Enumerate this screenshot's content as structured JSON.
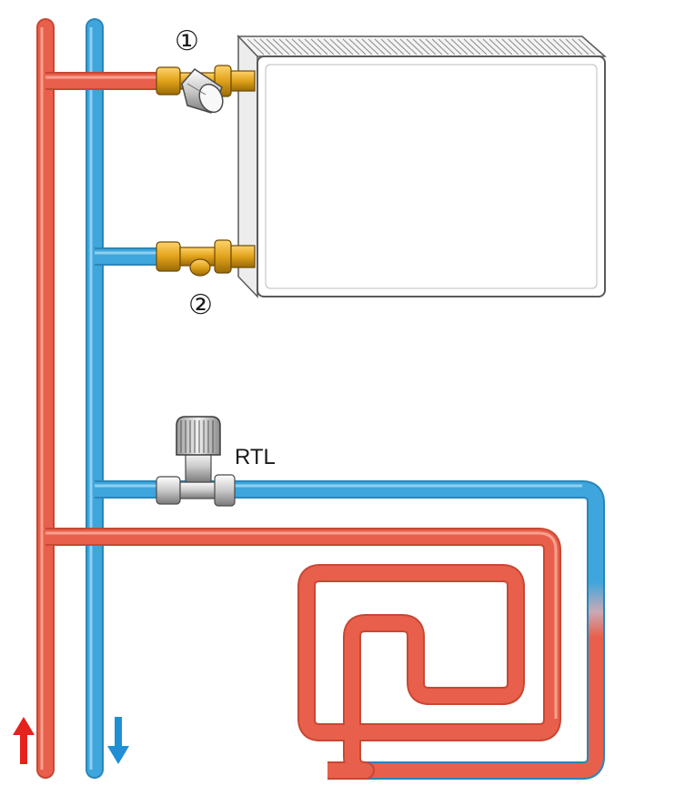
{
  "labels": {
    "valve_1": "①",
    "valve_2": "②",
    "rtl": "RTL"
  },
  "colors": {
    "supply_pipe": "#e8604c",
    "supply_pipe_light": "#f7a08f",
    "return_pipe": "#3ea6dc",
    "return_pipe_light": "#8fd0f0",
    "arrow_up": "#e5221e",
    "arrow_down": "#1f8fd6",
    "radiator_outline": "#5a5a5a",
    "brass": "#e0a21a",
    "chrome": "#c9c9c9"
  },
  "icons": {
    "supply_arrow": "arrow-up-icon",
    "return_arrow": "arrow-down-icon"
  }
}
